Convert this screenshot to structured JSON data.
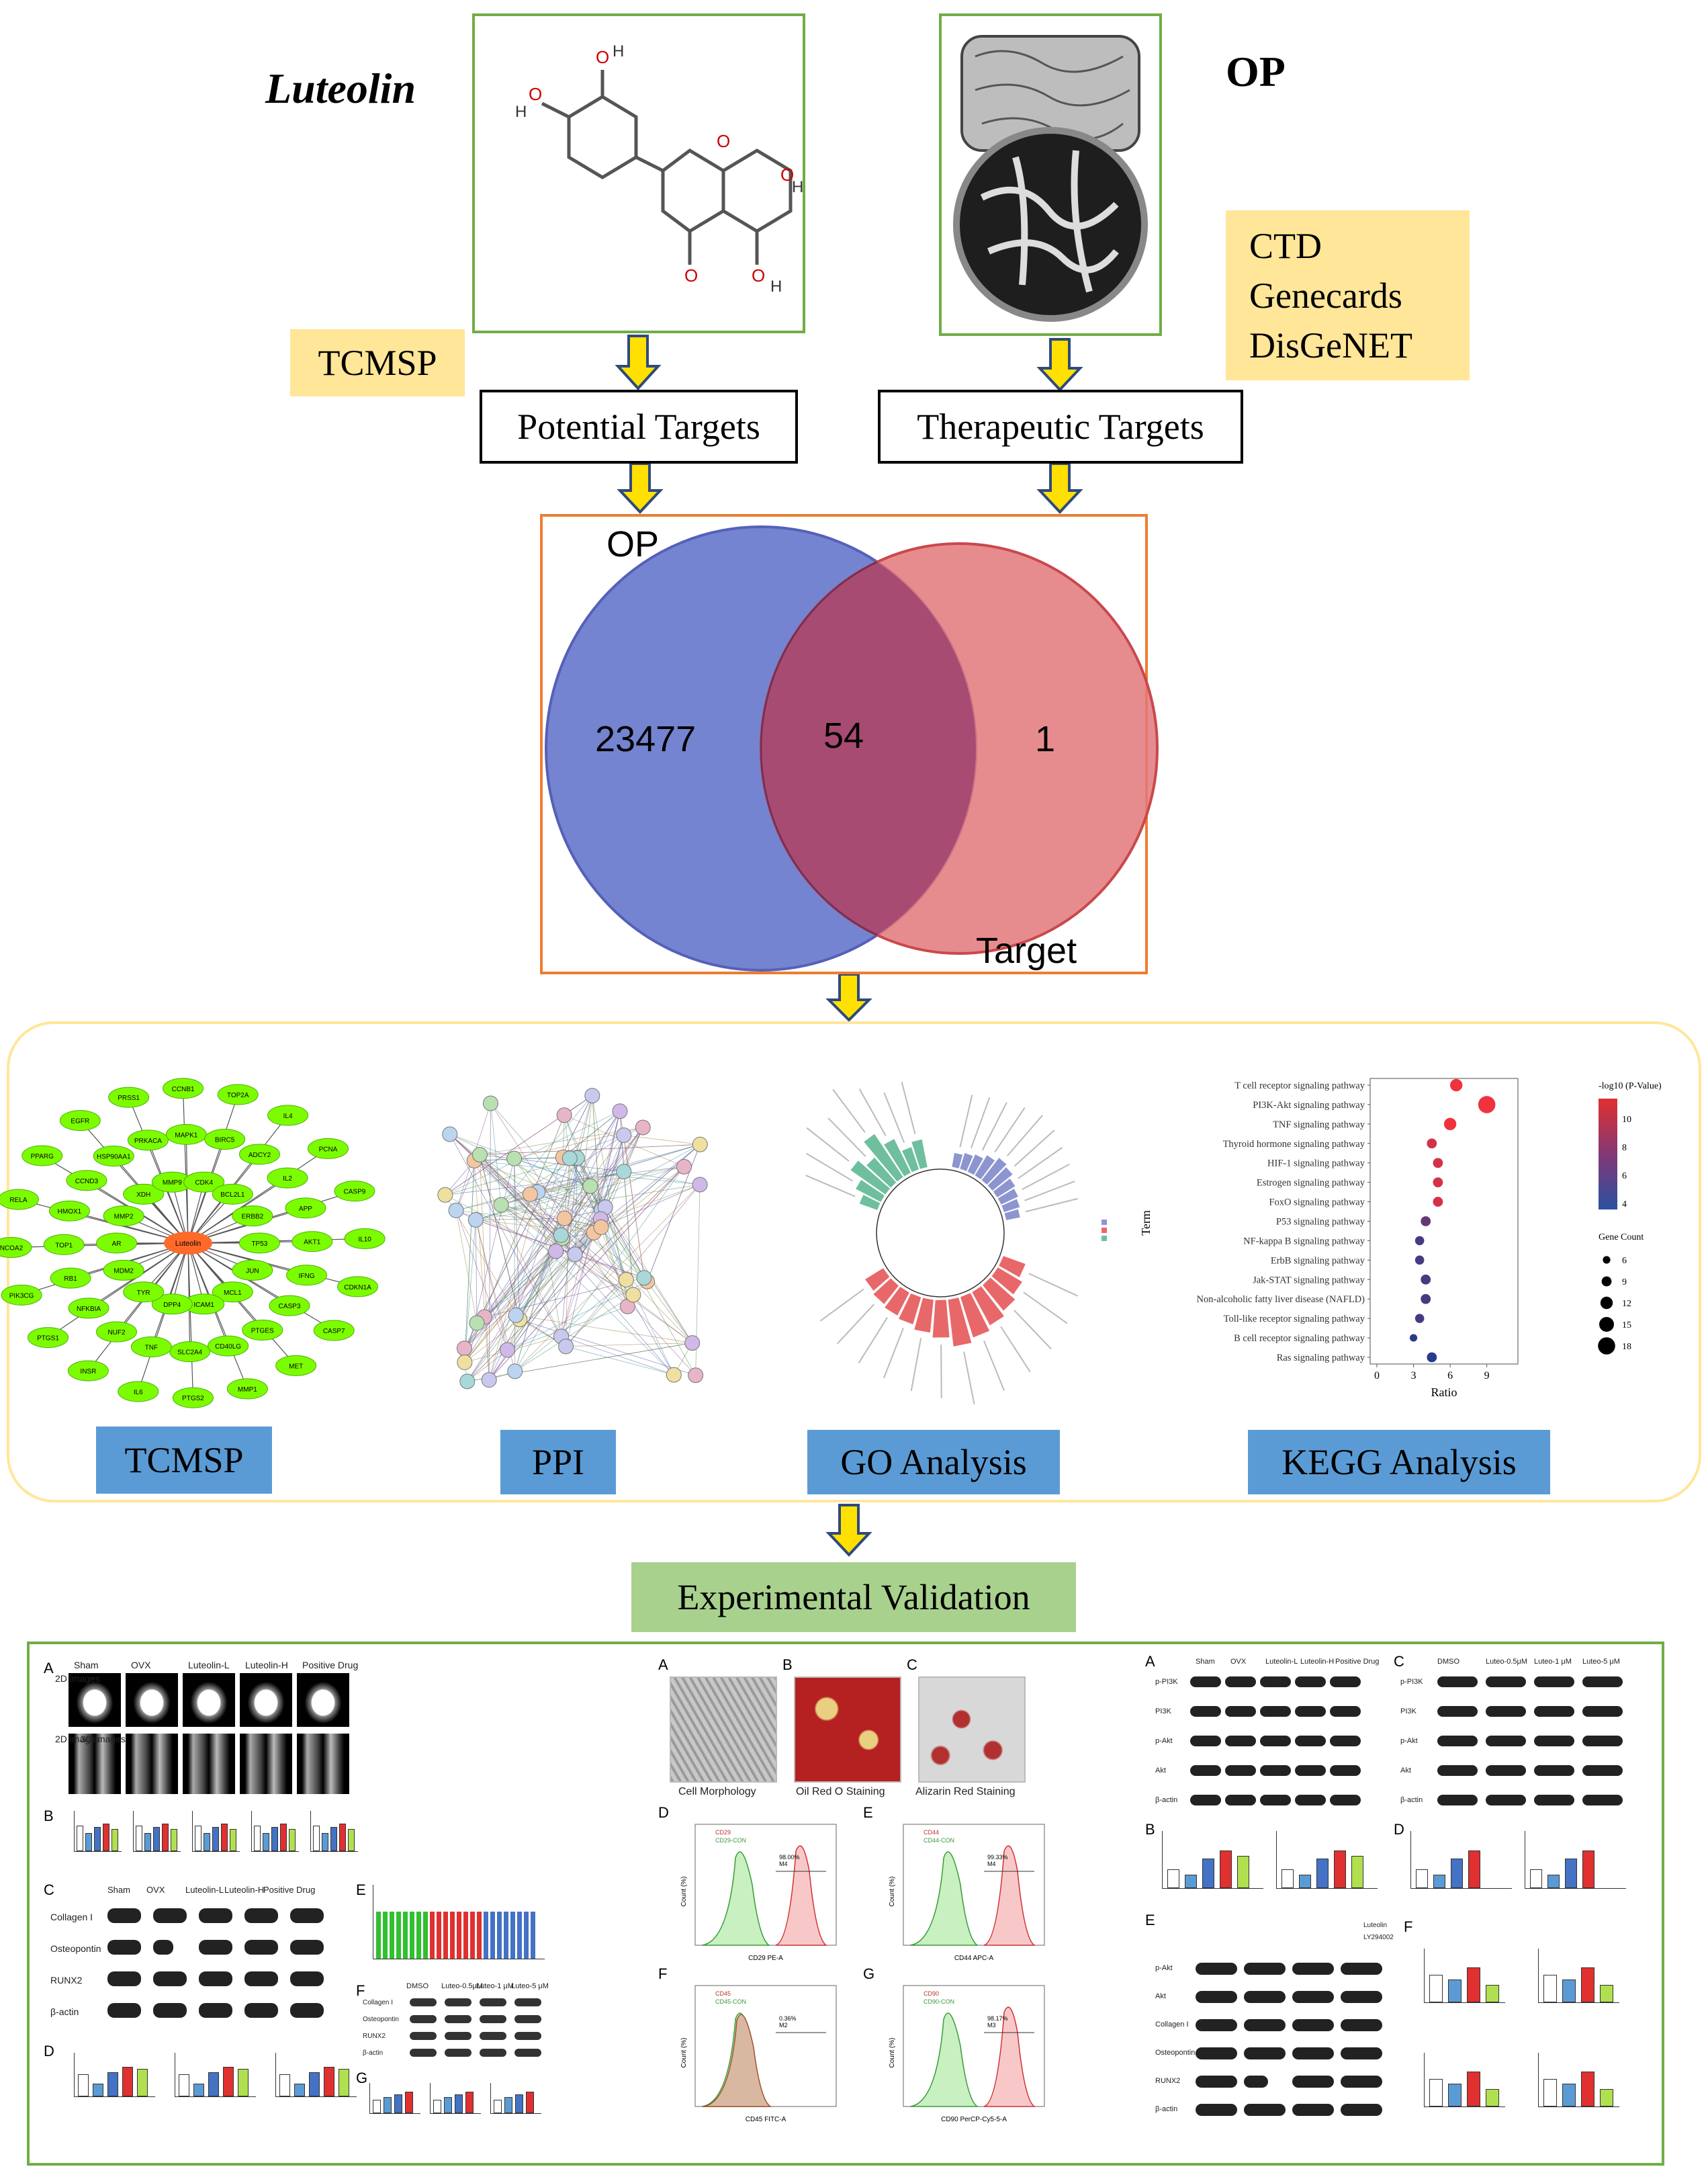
{
  "title_left": "Luteolin",
  "title_right": "OP",
  "db_left": "TCMSP",
  "db_right": [
    "CTD",
    "Genecards",
    "DisGeNET"
  ],
  "box_potential": "Potential Targets",
  "box_therapeutic": "Therapeutic Targets",
  "venn": {
    "left_label": "OP",
    "right_label": "Target",
    "left_only": "23477",
    "overlap": "54",
    "right_only": "1",
    "left_color": "#7484d0",
    "right_color": "#e3787a"
  },
  "network": {
    "center": "Luteolin",
    "nodes": [
      "TP53",
      "JUN",
      "MCL1",
      "ICAM1",
      "DPP4",
      "TYR",
      "MDM2",
      "AR",
      "MMP2",
      "XDH",
      "MMP9",
      "CDK4",
      "BCL2L1",
      "ERBB2",
      "IFNG",
      "CASP3",
      "PTGES",
      "CD40LG",
      "SLC2A4",
      "TNF",
      "NUF2",
      "NFKBIA",
      "RB1",
      "TOP1",
      "HMOX1",
      "CCND3",
      "HSP90AA1",
      "PRKACA",
      "MAPK1",
      "BIRC5",
      "ADCY2",
      "IL2",
      "APP",
      "AKT1",
      "CASP7",
      "MET",
      "MMP1",
      "PTGS2",
      "IL6",
      "INSR",
      "PTGS1",
      "PIK3CG",
      "NCOA2",
      "RELA",
      "PPARG",
      "EGFR",
      "PRSS1",
      "CCNB1",
      "TOP2A",
      "IL4",
      "PCNA",
      "CASP9",
      "IL10",
      "CDKN1A"
    ]
  },
  "analysis_labels": [
    "TCMSP",
    "PPI",
    "GO Analysis",
    "KEGG Analysis"
  ],
  "kegg": {
    "terms": [
      "T cell receptor signaling pathway",
      "PI3K-Akt signaling pathway",
      "TNF signaling pathway",
      "Thyroid hormone signaling pathway",
      "HIF-1 signaling pathway",
      "Estrogen signaling pathway",
      "FoxO signaling pathway",
      "P53 signaling pathway",
      "NF-kappa B signaling pathway",
      "ErbB signaling pathway",
      "Jak-STAT signaling pathway",
      "Non-alcoholic fatty liver disease (NAFLD)",
      "Toll-like receptor signaling pathway",
      "B cell receptor signaling pathway",
      "Ras signaling pathway"
    ],
    "ratio": [
      6.5,
      9,
      6,
      4.5,
      5,
      5,
      5,
      4,
      3.5,
      3.5,
      4,
      4,
      3.5,
      3,
      4.5
    ],
    "count": [
      12,
      18,
      12,
      9,
      9,
      9,
      9,
      9,
      8,
      8,
      9,
      9,
      8,
      6,
      9
    ],
    "logp": [
      11,
      11,
      11,
      10,
      10,
      10,
      10,
      6,
      5,
      5,
      5,
      5,
      5,
      4,
      4
    ],
    "xlabel": "Ratio",
    "ylabel": "Term",
    "xticks": [
      "0",
      "3",
      "6",
      "9"
    ],
    "color_title": "-log10 (P-Value)",
    "color_ticks": [
      "10",
      "8",
      "6",
      "4"
    ],
    "size_title": "Gene Count",
    "size_ticks": [
      "6",
      "9",
      "12",
      "15",
      "18"
    ]
  },
  "experimental": "Experimental Validation",
  "exp_panel1": {
    "groups": [
      "Sham",
      "OVX",
      "Luteolin-L",
      "Luteolin-H",
      "Positive Drug"
    ],
    "img_labels": [
      "2D images",
      "2D images",
      "3D images"
    ],
    "proteins": [
      "Collagen I",
      "Osteopontin",
      "RUNX2",
      "β-actin"
    ],
    "letters": [
      "A",
      "B",
      "C",
      "D",
      "E",
      "F",
      "G"
    ],
    "f_groups": [
      "DMSO",
      "Luteo-0.5μM",
      "Luteo-1 μM",
      "Luteo-5 μM"
    ],
    "f_proteins": [
      "Collagen I",
      "Osteopontin",
      "RUNX2",
      "β-actin"
    ]
  },
  "exp_panel2": {
    "letters": [
      "A",
      "B",
      "C",
      "D",
      "E",
      "F",
      "G"
    ],
    "captions": [
      "Cell Morphology",
      "Oil Red O Staining",
      "Alizarin Red Staining"
    ],
    "flow": [
      {
        "legend": [
          "CD29",
          "CD29-CON"
        ],
        "pct": "98.00%",
        "gate": "M4",
        "xlabel": "CD29 PE-A"
      },
      {
        "legend": [
          "CD44",
          "CD44-CON"
        ],
        "pct": "99.33%",
        "gate": "M4",
        "xlabel": "CD44 APC-A"
      },
      {
        "legend": [
          "CD45",
          "CD45-CON"
        ],
        "pct": "0.36%",
        "gate": "M2",
        "xlabel": "CD45 FITC-A"
      },
      {
        "legend": [
          "CD90",
          "CD90-CON"
        ],
        "pct": "98.17%",
        "gate": "M3",
        "xlabel": "CD90 PerCP-Cy5-5-A"
      }
    ],
    "ylabel": "Count (%)"
  },
  "exp_panel3": {
    "letters": [
      "A",
      "B",
      "C",
      "D",
      "E",
      "F"
    ],
    "groups_a": [
      "Sham",
      "OVX",
      "Luteolin-L",
      "Luteolin-H",
      "Positive Drug"
    ],
    "groups_c": [
      "DMSO",
      "Luteo-0.5μM",
      "Luteo-1 μM",
      "Luteo-5 μM"
    ],
    "proteins_a": [
      "p-PI3K",
      "PI3K",
      "p-Akt",
      "Akt",
      "β-actin"
    ],
    "proteins_e": [
      "p-Akt",
      "Akt",
      "Collagen I",
      "Osteopontin",
      "RUNX2",
      "β-actin"
    ],
    "e_rows": [
      "Luteolin",
      "LY294002"
    ]
  }
}
